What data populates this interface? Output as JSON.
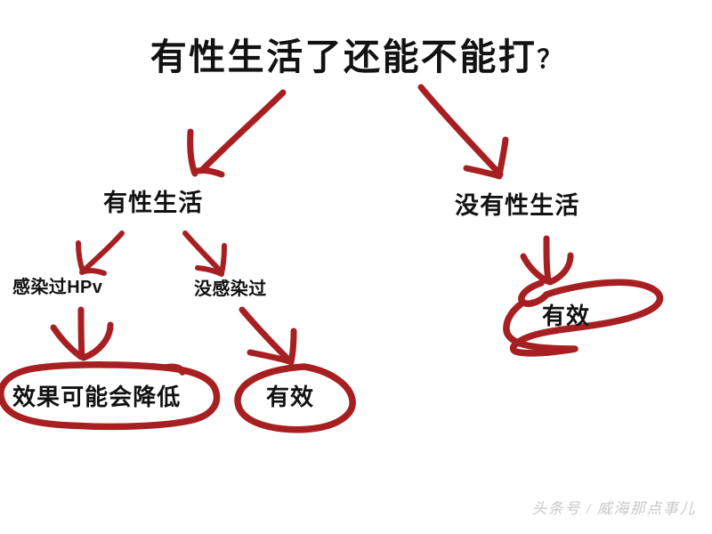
{
  "page": {
    "background_color": "#ffffff",
    "ink_color": "#a81f22",
    "text_color": "#121212",
    "watermark_color": "#c9c9cd"
  },
  "title": {
    "text": "有性生活了还能不能打",
    "question_mark": "？",
    "full": "有性生活了还能不能打？"
  },
  "branches": {
    "yes": {
      "label": "有性生活"
    },
    "no": {
      "label": "没有性生活"
    }
  },
  "sub_branches": {
    "infected": {
      "label": "感染过HPv"
    },
    "not_infected": {
      "label": "没感染过"
    }
  },
  "results": {
    "reduced": {
      "label": "效果可能会降低",
      "shape": "rounded-oval"
    },
    "effective_middle": {
      "label": "有效",
      "shape": "leaf-oval"
    },
    "effective_right": {
      "label": "有效",
      "shape": "angular-blob"
    }
  },
  "arrows": [
    {
      "name": "title-to-yes",
      "from": "有性生活了还能不能打？",
      "to": "有性生活"
    },
    {
      "name": "title-to-no",
      "from": "有性生活了还能不能打？",
      "to": "没有性生活"
    },
    {
      "name": "yes-to-infected",
      "from": "有性生活",
      "to": "感染过HPv"
    },
    {
      "name": "yes-to-notinfected",
      "from": "有性生活",
      "to": "没感染过"
    },
    {
      "name": "infected-to-reduced",
      "from": "感染过HPv",
      "to": "效果可能会降低"
    },
    {
      "name": "notinfected-to-effective",
      "from": "没感染过",
      "to": "有效"
    },
    {
      "name": "no-to-effective",
      "from": "没有性生活",
      "to": "有效"
    }
  ],
  "watermark": {
    "text": "头条号 / 威海那点事儿"
  }
}
